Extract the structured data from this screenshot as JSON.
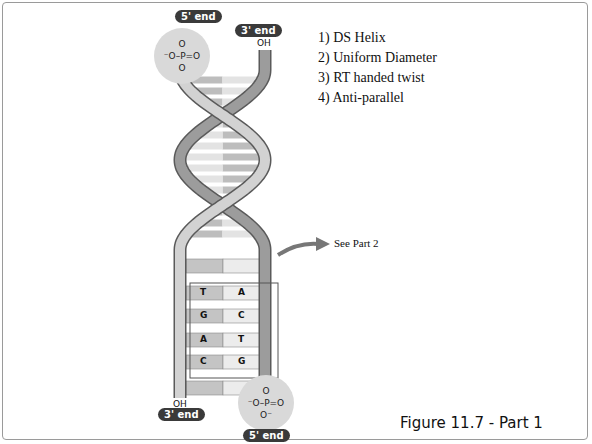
{
  "diagram": {
    "caption": "Figure 11.7 - Part 1",
    "nodes": [
      {
        "text": [
          "5' end"
        ]
      },
      {
        "text": [
          "3' end"
        ]
      },
      {
        "text": [
          "O",
          "⁻O–P=O",
          "O"
        ]
      },
      {
        "text": [
          "3' end"
        ]
      },
      {
        "text": [
          "O",
          "⁻O–P=O",
          "O⁻"
        ]
      },
      {
        "text": [
          "5' end"
        ]
      }
    ],
    "labels": [
      "OH",
      "1) DS Helix",
      "2) Uniform Diameter",
      "3) RT handed twist",
      "4) Anti-parallel",
      "T",
      "A",
      "G",
      "C",
      "A",
      "T",
      "C",
      "G",
      "See Part 2",
      "OH"
    ]
  }
}
